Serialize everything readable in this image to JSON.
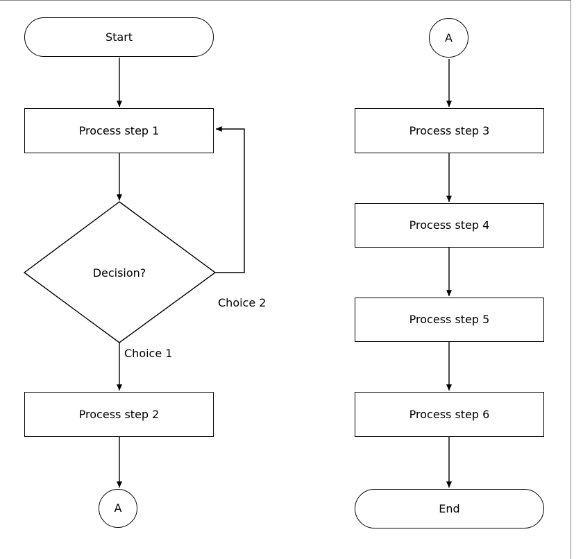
{
  "diagram": {
    "type": "flowchart",
    "nodes": {
      "start": {
        "label": "Start",
        "shape": "terminator"
      },
      "process1": {
        "label": "Process step 1",
        "shape": "process"
      },
      "decision": {
        "label": "Decision?",
        "shape": "decision"
      },
      "process2": {
        "label": "Process step 2",
        "shape": "process"
      },
      "connector_a_left": {
        "label": "A",
        "shape": "connector"
      },
      "connector_a_right": {
        "label": "A",
        "shape": "connector"
      },
      "process3": {
        "label": "Process step 3",
        "shape": "process"
      },
      "process4": {
        "label": "Process step 4",
        "shape": "process"
      },
      "process5": {
        "label": "Process step 5",
        "shape": "process"
      },
      "process6": {
        "label": "Process step 6",
        "shape": "process"
      },
      "end": {
        "label": "End",
        "shape": "terminator"
      }
    },
    "edge_labels": {
      "choice1": "Choice 1",
      "choice2": "Choice 2"
    },
    "colors": {
      "line": "#000000",
      "shape_fill": "#ffffff",
      "background": "#ffffff",
      "frame_border": "#848484"
    }
  }
}
